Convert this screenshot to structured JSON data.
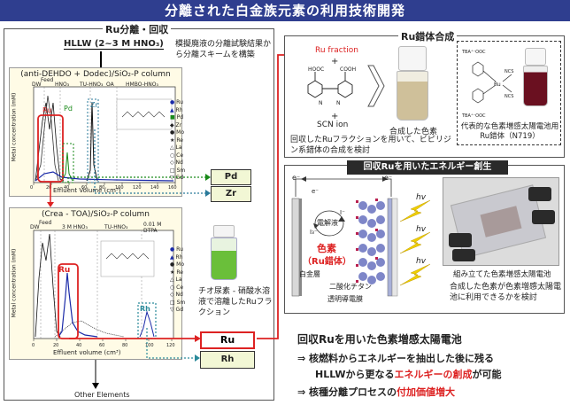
{
  "title": "分離された白金族元素の利用技術開発",
  "left_panel": {
    "label": "Ru分離・回収",
    "hllw": "HLLW (2~3 M HNO₃)",
    "note": "模擬廃液の分離試験結果から分離スキームを構築",
    "chart1": {
      "title": "(anti-DEHDO + Dodec)/SiO₂-P column",
      "ylabel": "Metal concentration (mM)",
      "xlabel": "Effluent Volume (cm³)",
      "xticks": [
        "0",
        "20",
        "40",
        "60",
        "80",
        "100",
        "120",
        "140",
        "160"
      ],
      "stage_labels": [
        "DW",
        "Feed",
        "HNO₃",
        "TU-HNO₃",
        "OA",
        "HMBO-HNO₃"
      ],
      "peak_labels": [
        "Ru",
        "Pd",
        "Zr"
      ],
      "legend": [
        "Ru",
        "Rh",
        "Pd",
        "Zr",
        "Mo",
        "Re",
        "La",
        "Ce",
        "Nd",
        "Sm",
        "Gd"
      ]
    },
    "chart2": {
      "title": "(Crea - TOA)/SiO₂-P column",
      "ylabel": "Metal concentration (mM)",
      "xlabel": "Effluent volume (cm³)",
      "xticks": [
        "0",
        "20",
        "40",
        "60",
        "80",
        "100",
        "120"
      ],
      "stage_labels": [
        "DW",
        "Feed",
        "3 M HNO₃",
        "TU-HNO₃",
        "0.01 M DTPA"
      ],
      "peak_labels": [
        "Ru",
        "Rh"
      ],
      "legend": [
        "Ru",
        "Rh",
        "Mo",
        "Re",
        "La",
        "Ce",
        "Nd",
        "Sm",
        "Gd"
      ]
    },
    "outputs": [
      "Pd",
      "Zr",
      "Ru",
      "Rh"
    ],
    "other_elements": "Other Elements",
    "vial_caption": "チオ尿素 - 硝酸水溶液で溶離したRuフラクション"
  },
  "complex_panel": {
    "label": "Ru錯体合成",
    "ru_fraction": "Ru fraction",
    "plus": "+",
    "scn": "SCN ion",
    "product_caption": "合成した色素",
    "n719_caption": "代表的な色素増感太陽電池用Ru錯体（N719）",
    "desc": "回収したRuフラクションを用いて、ビピリジン系錯体の合成を検討"
  },
  "energy_panel": {
    "label": "回収Ruを用いたエネルギー創生",
    "electrolyte": "電解液",
    "dye": "色素",
    "dye_sub": "（Ru錯体）",
    "pt": "白金層",
    "tio2": "二酸化チタン",
    "tco": "透明導電膜",
    "hv": "hv",
    "electron": "e⁻",
    "iodide": "I⁻",
    "triiodide": "I₃⁻",
    "cell_caption": "組み立てた色素増感太陽電池",
    "desc": "合成した色素が色素増感太陽電池に利用できるかを検討"
  },
  "summary": {
    "heading": "回収Ruを用いた色素増感太陽電池",
    "line1_prefix": "⇒ 核燃料からエネルギーを抽出した後に残る",
    "line2_prefix": "HLLWから更なる",
    "line2_red": "エネルギーの創成",
    "line2_suffix": "が可能",
    "line3_prefix": "⇒ 核種分離プロセスの",
    "line3_red": "付加価値増大"
  },
  "colors": {
    "title_bg": "#2f3e8f",
    "accent_red": "#d22222",
    "green_box": "#f2f7d5",
    "chart_bg": "#fffbe6"
  }
}
